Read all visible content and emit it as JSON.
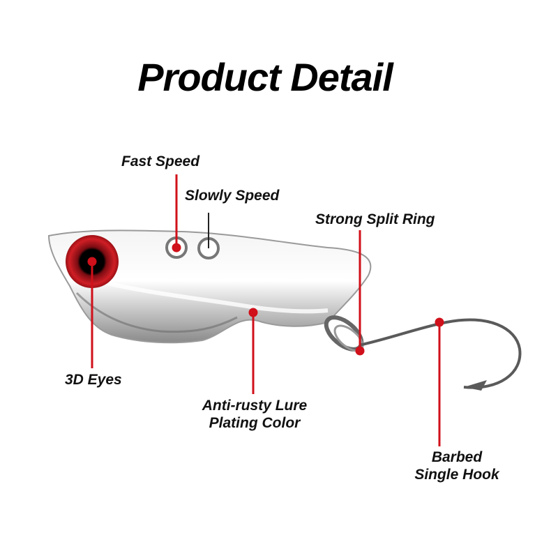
{
  "title": "Product Detail",
  "labels": {
    "fast_speed": "Fast Speed",
    "slowly_speed": "Slowly Speed",
    "split_ring": "Strong Split Ring",
    "eyes": "3D Eyes",
    "plating_line1": "Anti-rusty Lure",
    "plating_line2": "Plating Color",
    "hook_line1": "Barbed",
    "hook_line2": "Single Hook"
  },
  "colors": {
    "callout": "#d0101a",
    "eye_ring": "#c01a20",
    "lure_body": "#e6e6e6",
    "hook": "#555555"
  }
}
